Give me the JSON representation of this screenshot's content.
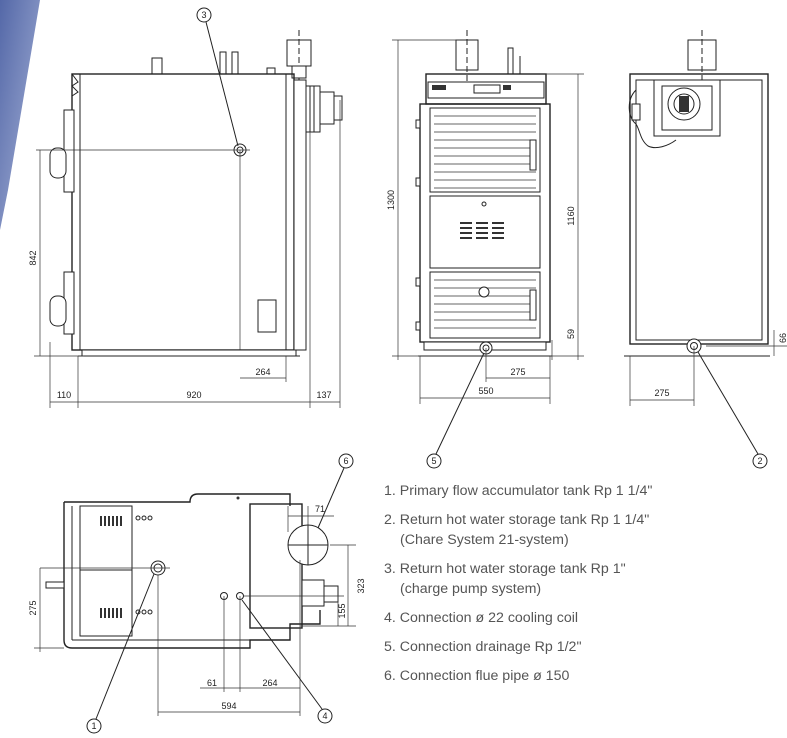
{
  "callouts": [
    "1",
    "2",
    "3",
    "4",
    "5",
    "6"
  ],
  "dimensions": {
    "side_842": "842",
    "side_264": "264",
    "side_110": "110",
    "side_920": "920",
    "side_137": "137",
    "front_1300": "1300",
    "front_1160": "1160",
    "front_59": "59",
    "front_275": "275",
    "front_550": "550",
    "rear_66": "66",
    "rear_275": "275",
    "top_71": "71",
    "top_275": "275",
    "top_323": "323",
    "top_155": "155",
    "top_61": "61",
    "top_264": "264",
    "top_594": "594"
  },
  "legend": [
    {
      "lines": [
        "1. Primary flow accumulator tank Rp 1 1/4\""
      ]
    },
    {
      "lines": [
        "2. Return hot water storage tank Rp 1 1/4\"",
        "(Chare System 21-system)"
      ]
    },
    {
      "lines": [
        "3. Return hot water storage tank Rp 1\"",
        "(charge pump system)"
      ]
    },
    {
      "lines": [
        "4. Connection ø 22 cooling coil"
      ]
    },
    {
      "lines": [
        "5. Connection drainage Rp 1/2\""
      ]
    },
    {
      "lines": [
        "6. Connection flue pipe ø 150"
      ]
    }
  ],
  "colors": {
    "accent_band": "#5468a8",
    "accent_band_light": "#a8b4d8",
    "line": "#222222"
  }
}
